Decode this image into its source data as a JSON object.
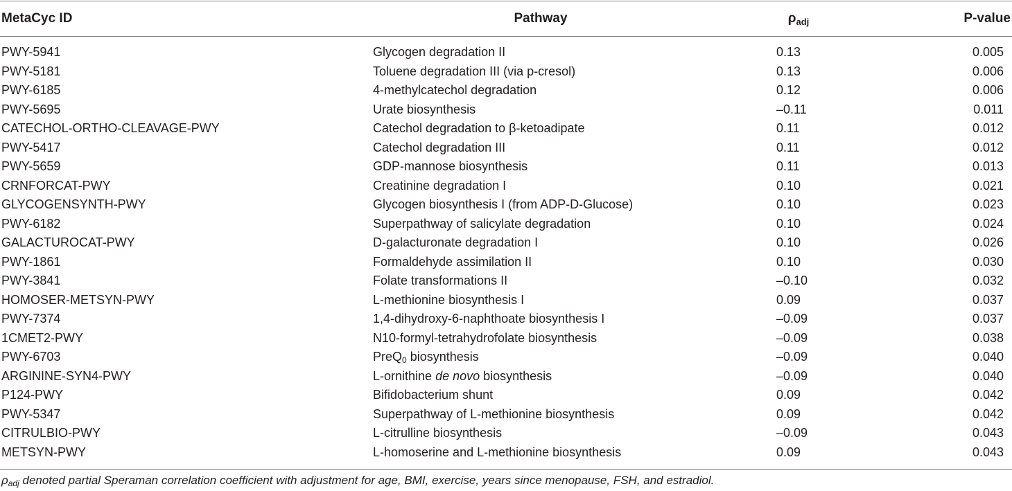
{
  "table": {
    "headers": {
      "id": "MetaCyc ID",
      "pathway": "Pathway",
      "rho_symbol": "ρ",
      "rho_sub": "adj",
      "pvalue": "P-value"
    },
    "rows": [
      {
        "id": "PWY-5941",
        "pathway": "Glycogen degradation II",
        "rho": "0.13",
        "p": "0.005"
      },
      {
        "id": "PWY-5181",
        "pathway": "Toluene degradation III (via p-cresol)",
        "rho": "0.13",
        "p": "0.006"
      },
      {
        "id": "PWY-6185",
        "pathway": "4-methylcatechol degradation",
        "rho": "0.12",
        "p": "0.006"
      },
      {
        "id": "PWY-5695",
        "pathway": "Urate biosynthesis",
        "rho": "–0.11",
        "p": "0.011"
      },
      {
        "id": "CATECHOL-ORTHO-CLEAVAGE-PWY",
        "pathway": "Catechol degradation to β-ketoadipate",
        "rho": "0.11",
        "p": "0.012"
      },
      {
        "id": "PWY-5417",
        "pathway": "Catechol degradation III",
        "rho": "0.11",
        "p": "0.012"
      },
      {
        "id": "PWY-5659",
        "pathway": "GDP-mannose biosynthesis",
        "rho": "0.11",
        "p": "0.013"
      },
      {
        "id": "CRNFORCAT-PWY",
        "pathway": "Creatinine degradation I",
        "rho": "0.10",
        "p": "0.021"
      },
      {
        "id": "GLYCOGENSYNTH-PWY",
        "pathway": "Glycogen biosynthesis I (from ADP-D-Glucose)",
        "rho": "0.10",
        "p": "0.023"
      },
      {
        "id": "PWY-6182",
        "pathway": "Superpathway of salicylate degradation",
        "rho": "0.10",
        "p": "0.024"
      },
      {
        "id": "GALACTUROCAT-PWY",
        "pathway": "D-galacturonate degradation I",
        "rho": "0.10",
        "p": "0.026"
      },
      {
        "id": "PWY-1861",
        "pathway": "Formaldehyde assimilation II",
        "rho": "0.10",
        "p": "0.030"
      },
      {
        "id": "PWY-3841",
        "pathway": "Folate transformations II",
        "rho": "–0.10",
        "p": "0.032"
      },
      {
        "id": "HOMOSER-METSYN-PWY",
        "pathway": "L-methionine biosynthesis I",
        "rho": "0.09",
        "p": "0.037"
      },
      {
        "id": "PWY-7374",
        "pathway": "1,4-dihydroxy-6-naphthoate biosynthesis I",
        "rho": "–0.09",
        "p": "0.037"
      },
      {
        "id": "1CMET2-PWY",
        "pathway": "N10-formyl-tetrahydrofolate biosynthesis",
        "rho": "–0.09",
        "p": "0.038"
      },
      {
        "id": "PWY-6703",
        "pathway": "PreQ",
        "pathway_sub": "0",
        "pathway_after": " biosynthesis",
        "rho": "–0.09",
        "p": "0.040"
      },
      {
        "id": "ARGININE-SYN4-PWY",
        "pathway": "L-ornithine ",
        "pathway_italic": "de novo",
        "pathway_after": " biosynthesis",
        "rho": "–0.09",
        "p": "0.040"
      },
      {
        "id": "P124-PWY",
        "pathway": "Bifidobacterium shunt",
        "rho": "0.09",
        "p": "0.042"
      },
      {
        "id": "PWY-5347",
        "pathway": "Superpathway of L-methionine biosynthesis",
        "rho": "0.09",
        "p": "0.042"
      },
      {
        "id": "CITRULBIO-PWY",
        "pathway": "L-citrulline biosynthesis",
        "rho": "–0.09",
        "p": "0.043"
      },
      {
        "id": "METSYN-PWY",
        "pathway": "L-homoserine and L-methionine biosynthesis",
        "rho": "0.09",
        "p": "0.043"
      }
    ]
  },
  "footnote": {
    "symbol": "ρ",
    "symbol_sub": "adj",
    "text": " denoted partial Speraman correlation coefficient with adjustment for age, BMI, exercise, years since menopause, FSH, and estradiol."
  }
}
